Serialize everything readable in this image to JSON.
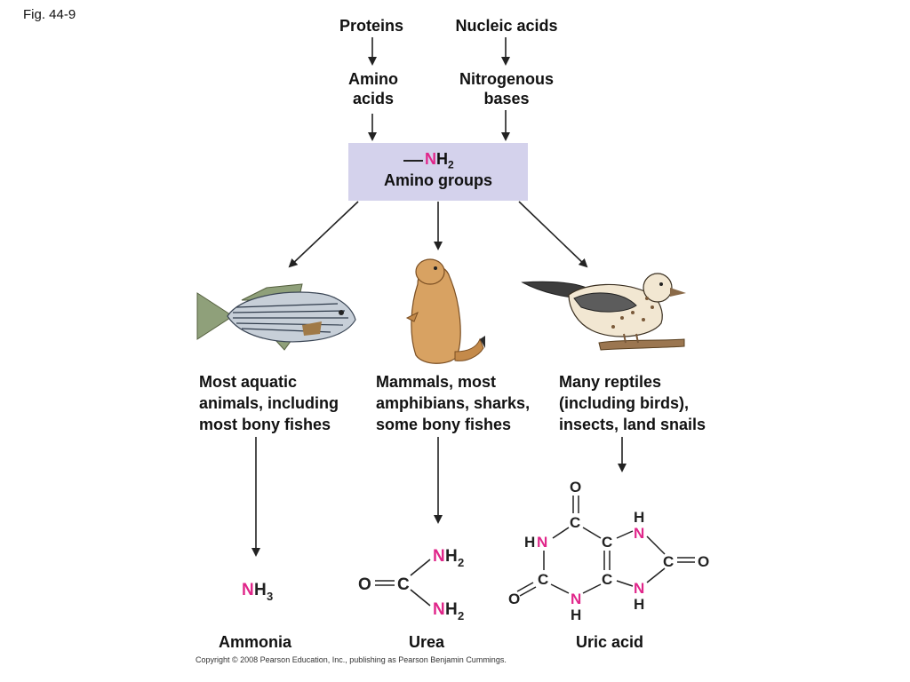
{
  "figure": {
    "label": "Fig. 44-9"
  },
  "sources": {
    "proteins": "Proteins",
    "nucleic_acids": "Nucleic acids",
    "amino_acids": "Amino\nacids",
    "nitrogenous_bases": "Nitrogenous\nbases"
  },
  "amino_box": {
    "formula_n": "N",
    "formula_h": "H",
    "formula_sub": "2",
    "label": "Amino groups"
  },
  "groups": {
    "aquatic": "Most aquatic\nanimals, including\nmost bony fishes",
    "mammals": "Mammals, most\namphibians, sharks,\nsome bony fishes",
    "reptiles": "Many reptiles\n(including birds),\ninsects, land snails"
  },
  "products": {
    "ammonia": "Ammonia",
    "urea": "Urea",
    "uric_acid": "Uric acid"
  },
  "colors": {
    "nitrogen": "#e0268a",
    "box_fill": "#d4d2ec",
    "arrow": "#222222"
  },
  "icons": {
    "fish": "striped-bass-icon",
    "mammal": "prairie-dog-icon",
    "bird": "songbird-icon"
  },
  "copyright": "Copyright © 2008 Pearson Education, Inc., publishing as Pearson Benjamin Cummings."
}
